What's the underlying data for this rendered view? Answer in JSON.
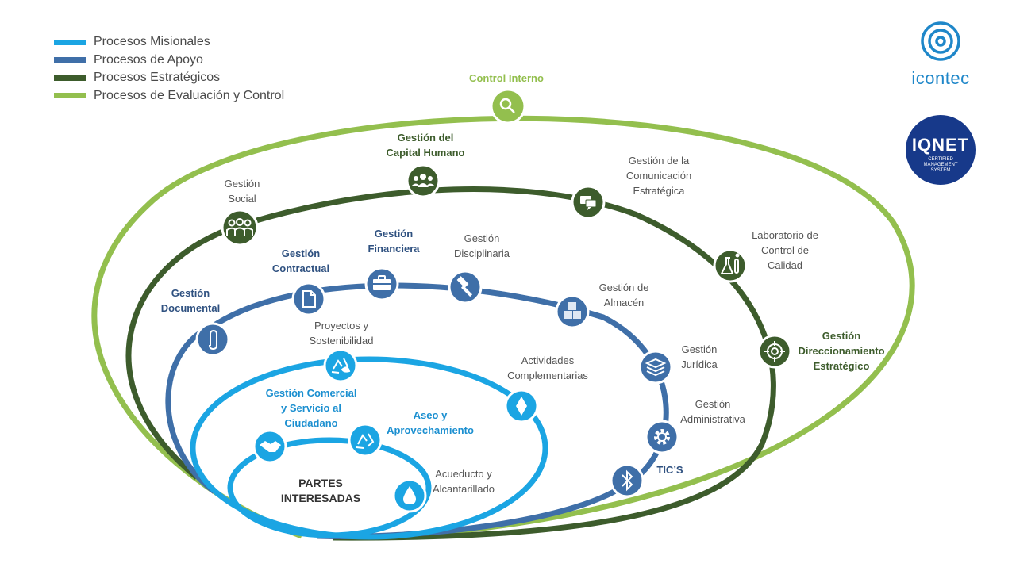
{
  "legend": [
    {
      "label": "Procesos Misionales",
      "color": "#1ba5e3"
    },
    {
      "label": "Procesos de Apoyo",
      "color": "#3f6fa8"
    },
    {
      "label": "Procesos Estratégicos",
      "color": "#3d5c2c"
    },
    {
      "label": "Procesos de Evaluación y Control",
      "color": "#93bf4e"
    }
  ],
  "colors": {
    "evaluacion": "#93bf4e",
    "estrategico": "#3d5c2c",
    "apoyo": "#3f6fa8",
    "misional": "#1ba5e3",
    "text_gray": "#555555"
  },
  "nodes": {
    "control_interno": {
      "label": "Control Interno",
      "icon": "magnifier-icon"
    },
    "capital_humano": {
      "label": "Gestión del\nCapital Humano",
      "icon": "team-icon"
    },
    "comunicacion": {
      "label": "Gestión de la\nComunicación\nEstratégica",
      "icon": "chat-icon"
    },
    "laboratorio": {
      "label": "Laboratorio de\nControl de\nCalidad",
      "icon": "flask-icon"
    },
    "direccionamiento": {
      "label": "Gestión\nDireccionamiento\nEstratégico",
      "icon": "target-icon"
    },
    "social": {
      "label": "Gestión\nSocial",
      "icon": "people-icon"
    },
    "documental": {
      "label": "Gestión\nDocumental",
      "icon": "paperclip-icon"
    },
    "contractual": {
      "label": "Gestión\nContractual",
      "icon": "document-icon"
    },
    "financiera": {
      "label": "Gestión\nFinanciera",
      "icon": "briefcase-icon"
    },
    "disciplinaria": {
      "label": "Gestión\nDisciplinaria",
      "icon": "gavel-icon"
    },
    "almacen": {
      "label": "Gestión de\nAlmacén",
      "icon": "boxes-icon"
    },
    "juridica": {
      "label": "Gestión\nJurídica",
      "icon": "books-icon"
    },
    "administrativa": {
      "label": "Gestión\nAdministrativa",
      "icon": "gear-icon"
    },
    "tics": {
      "label": "TIC’S",
      "icon": "bluetooth-icon"
    },
    "proyectos": {
      "label": "Proyectos y\nSostenibilidad",
      "icon": "recycle-leaf-icon"
    },
    "actividades": {
      "label": "Actividades\nComplementarias",
      "icon": "diamond-icon"
    },
    "comercial": {
      "label": "Gestión Comercial\ny Servicio al\nCiudadano",
      "icon": "handshake-icon"
    },
    "aseo": {
      "label": "Aseo y\nAprovechamiento",
      "icon": "recycle-icon"
    },
    "acueducto": {
      "label": "Acueducto y\nAlcantarillado",
      "icon": "water-drop-icon"
    },
    "partes": {
      "label": "PARTES\nINTERESADAS"
    }
  },
  "brand": {
    "name": "icontec",
    "seal_main": "IQNET",
    "seal_sub": "CERTIFIED\nMANAGEMENT\nSYSTEM"
  }
}
